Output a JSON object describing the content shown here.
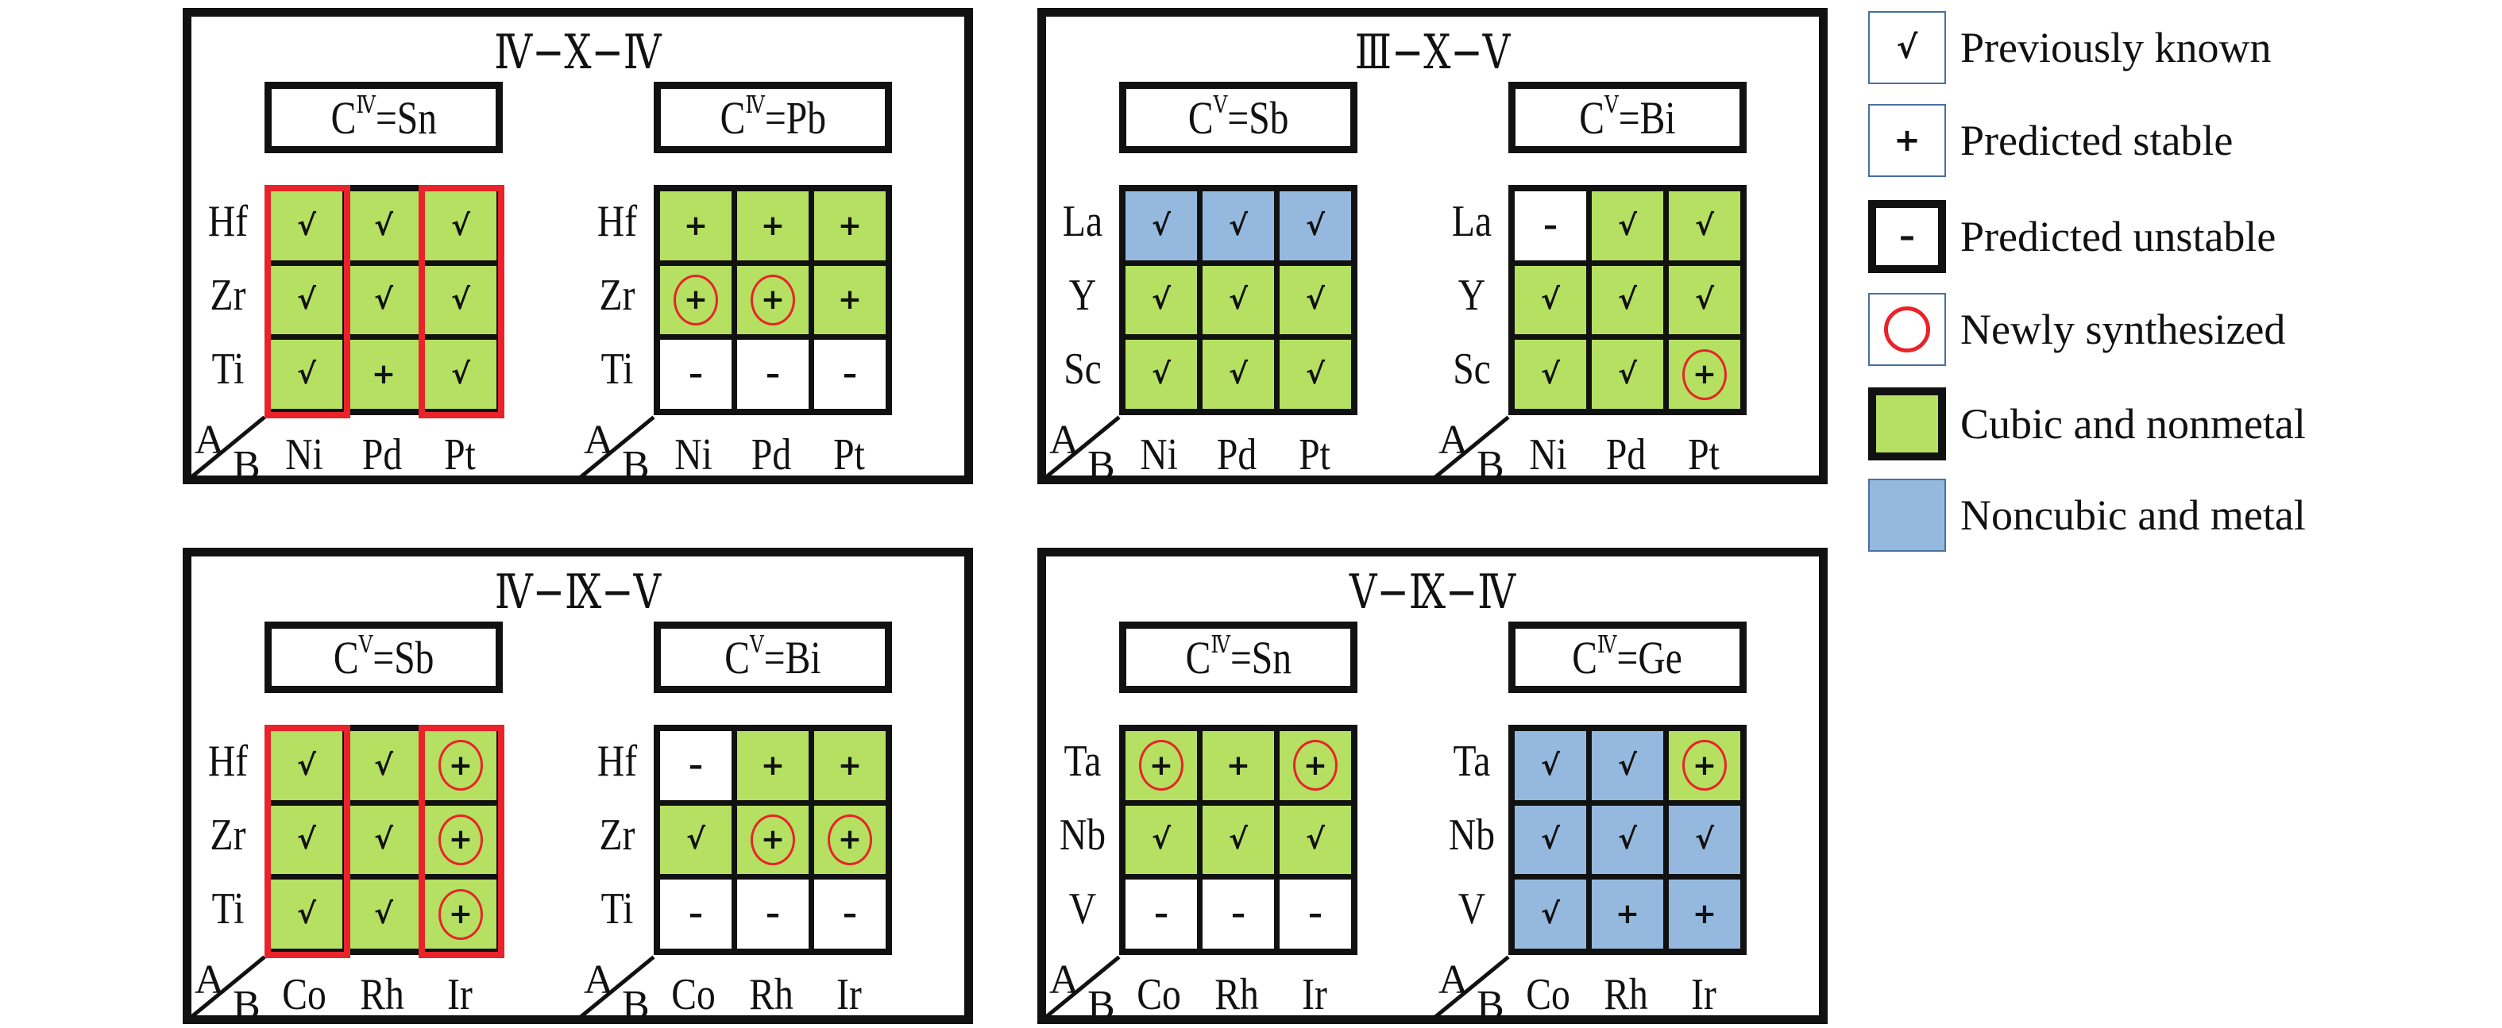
{
  "colors": {
    "green": "#b5e061",
    "blue": "#95b9de",
    "white": "#ffffff",
    "red": "#e8232a"
  },
  "axis_labels": {
    "a": "A",
    "b": "B"
  },
  "panels": [
    {
      "title": "Ⅳ−Ⅹ−Ⅳ",
      "subgrids": [
        {
          "label": {
            "base": "C",
            "sup": "Ⅳ",
            "rest": "=Sn"
          },
          "rows": [
            "Hf",
            "Zr",
            "Ti"
          ],
          "cols": [
            "Ni",
            "Pd",
            "Pt"
          ],
          "highlight_cols": [
            0,
            2
          ],
          "cells": [
            [
              [
                "√",
                "green",
                0
              ],
              [
                "√",
                "green",
                0
              ],
              [
                "√",
                "green",
                0
              ]
            ],
            [
              [
                "√",
                "green",
                0
              ],
              [
                "√",
                "green",
                0
              ],
              [
                "√",
                "green",
                0
              ]
            ],
            [
              [
                "√",
                "green",
                0
              ],
              [
                "+",
                "green",
                0
              ],
              [
                "√",
                "green",
                0
              ]
            ]
          ]
        },
        {
          "label": {
            "base": "C",
            "sup": "Ⅳ",
            "rest": "=Pb"
          },
          "rows": [
            "Hf",
            "Zr",
            "Ti"
          ],
          "cols": [
            "Ni",
            "Pd",
            "Pt"
          ],
          "highlight_cols": [],
          "cells": [
            [
              [
                "+",
                "green",
                0
              ],
              [
                "+",
                "green",
                0
              ],
              [
                "+",
                "green",
                0
              ]
            ],
            [
              [
                "+",
                "green",
                1
              ],
              [
                "+",
                "green",
                1
              ],
              [
                "+",
                "green",
                0
              ]
            ],
            [
              [
                "–",
                "white",
                0
              ],
              [
                "–",
                "white",
                0
              ],
              [
                "–",
                "white",
                0
              ]
            ]
          ]
        }
      ]
    },
    {
      "title": "Ⅲ−Ⅹ−Ⅴ",
      "subgrids": [
        {
          "label": {
            "base": "C",
            "sup": "Ⅴ",
            "rest": "=Sb"
          },
          "rows": [
            "La",
            "Y",
            "Sc"
          ],
          "cols": [
            "Ni",
            "Pd",
            "Pt"
          ],
          "highlight_cols": [],
          "cells": [
            [
              [
                "√",
                "blue",
                0
              ],
              [
                "√",
                "blue",
                0
              ],
              [
                "√",
                "blue",
                0
              ]
            ],
            [
              [
                "√",
                "green",
                0
              ],
              [
                "√",
                "green",
                0
              ],
              [
                "√",
                "green",
                0
              ]
            ],
            [
              [
                "√",
                "green",
                0
              ],
              [
                "√",
                "green",
                0
              ],
              [
                "√",
                "green",
                0
              ]
            ]
          ]
        },
        {
          "label": {
            "base": "C",
            "sup": "Ⅴ",
            "rest": "=Bi"
          },
          "rows": [
            "La",
            "Y",
            "Sc"
          ],
          "cols": [
            "Ni",
            "Pd",
            "Pt"
          ],
          "highlight_cols": [],
          "cells": [
            [
              [
                "–",
                "white",
                0
              ],
              [
                "√",
                "green",
                0
              ],
              [
                "√",
                "green",
                0
              ]
            ],
            [
              [
                "√",
                "green",
                0
              ],
              [
                "√",
                "green",
                0
              ],
              [
                "√",
                "green",
                0
              ]
            ],
            [
              [
                "√",
                "green",
                0
              ],
              [
                "√",
                "green",
                0
              ],
              [
                "+",
                "green",
                1
              ]
            ]
          ]
        }
      ]
    },
    {
      "title": "Ⅳ−Ⅸ−Ⅴ",
      "subgrids": [
        {
          "label": {
            "base": "C",
            "sup": "Ⅴ",
            "rest": "=Sb"
          },
          "rows": [
            "Hf",
            "Zr",
            "Ti"
          ],
          "cols": [
            "Co",
            "Rh",
            "Ir"
          ],
          "highlight_cols": [
            0,
            2
          ],
          "cells": [
            [
              [
                "√",
                "green",
                0
              ],
              [
                "√",
                "green",
                0
              ],
              [
                "+",
                "green",
                1
              ]
            ],
            [
              [
                "√",
                "green",
                0
              ],
              [
                "√",
                "green",
                0
              ],
              [
                "+",
                "green",
                1
              ]
            ],
            [
              [
                "√",
                "green",
                0
              ],
              [
                "√",
                "green",
                0
              ],
              [
                "+",
                "green",
                1
              ]
            ]
          ]
        },
        {
          "label": {
            "base": "C",
            "sup": "Ⅴ",
            "rest": "=Bi"
          },
          "rows": [
            "Hf",
            "Zr",
            "Ti"
          ],
          "cols": [
            "Co",
            "Rh",
            "Ir"
          ],
          "highlight_cols": [],
          "cells": [
            [
              [
                "–",
                "white",
                0
              ],
              [
                "+",
                "green",
                0
              ],
              [
                "+",
                "green",
                0
              ]
            ],
            [
              [
                "√",
                "green",
                0
              ],
              [
                "+",
                "green",
                1
              ],
              [
                "+",
                "green",
                1
              ]
            ],
            [
              [
                "–",
                "white",
                0
              ],
              [
                "–",
                "white",
                0
              ],
              [
                "–",
                "white",
                0
              ]
            ]
          ]
        }
      ]
    },
    {
      "title": "Ⅴ−Ⅸ−Ⅳ",
      "subgrids": [
        {
          "label": {
            "base": "C",
            "sup": "Ⅳ",
            "rest": "=Sn"
          },
          "rows": [
            "Ta",
            "Nb",
            "V"
          ],
          "cols": [
            "Co",
            "Rh",
            "Ir"
          ],
          "highlight_cols": [],
          "cells": [
            [
              [
                "+",
                "green",
                1
              ],
              [
                "+",
                "green",
                0
              ],
              [
                "+",
                "green",
                1
              ]
            ],
            [
              [
                "√",
                "green",
                0
              ],
              [
                "√",
                "green",
                0
              ],
              [
                "√",
                "green",
                0
              ]
            ],
            [
              [
                "–",
                "white",
                0
              ],
              [
                "–",
                "white",
                0
              ],
              [
                "–",
                "white",
                0
              ]
            ]
          ]
        },
        {
          "label": {
            "base": "C",
            "sup": "Ⅳ",
            "rest": "=Ge"
          },
          "rows": [
            "Ta",
            "Nb",
            "V"
          ],
          "cols": [
            "Co",
            "Rh",
            "Ir"
          ],
          "highlight_cols": [],
          "cells": [
            [
              [
                "√",
                "blue",
                0
              ],
              [
                "√",
                "blue",
                0
              ],
              [
                "+",
                "green",
                1
              ]
            ],
            [
              [
                "√",
                "blue",
                0
              ],
              [
                "√",
                "blue",
                0
              ],
              [
                "√",
                "blue",
                0
              ]
            ],
            [
              [
                "√",
                "blue",
                0
              ],
              [
                "+",
                "blue",
                0
              ],
              [
                "+",
                "blue",
                0
              ]
            ]
          ]
        }
      ]
    }
  ],
  "legend": [
    {
      "symbol": "√",
      "label": "Previously known",
      "style": "thin",
      "fill": "white"
    },
    {
      "symbol": "+",
      "label": "Predicted stable",
      "style": "thin",
      "fill": "white"
    },
    {
      "symbol": "–",
      "label": "Predicted unstable",
      "style": "thick",
      "fill": "white"
    },
    {
      "symbol": "",
      "label": "Newly synthesized",
      "style": "ring",
      "fill": "white"
    },
    {
      "symbol": "",
      "label": "Cubic and nonmetal",
      "style": "thick",
      "fill": "green"
    },
    {
      "symbol": "",
      "label": "Noncubic and metal",
      "style": "thin",
      "fill": "blue"
    }
  ]
}
